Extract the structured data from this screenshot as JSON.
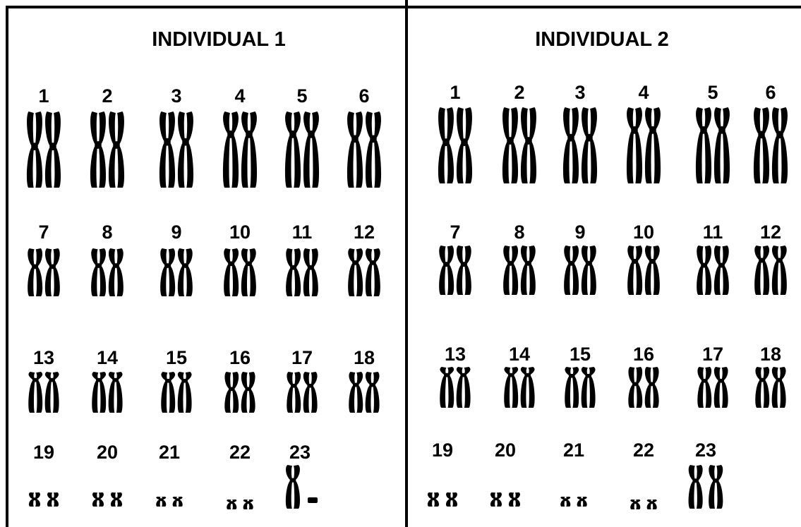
{
  "panels": [
    {
      "title": "INDIVIDUAL 1",
      "pairs": [
        {
          "label": "1",
          "kind": "XX"
        },
        {
          "label": "2",
          "kind": "XX"
        },
        {
          "label": "3",
          "kind": "XX"
        },
        {
          "label": "4",
          "kind": "XX"
        },
        {
          "label": "5",
          "kind": "XX"
        },
        {
          "label": "6",
          "kind": "XX"
        },
        {
          "label": "7",
          "kind": "XX"
        },
        {
          "label": "8",
          "kind": "XX"
        },
        {
          "label": "9",
          "kind": "XX"
        },
        {
          "label": "10",
          "kind": "XX"
        },
        {
          "label": "11",
          "kind": "XX"
        },
        {
          "label": "12",
          "kind": "XX"
        },
        {
          "label": "13",
          "kind": "XX"
        },
        {
          "label": "14",
          "kind": "XX"
        },
        {
          "label": "15",
          "kind": "XX"
        },
        {
          "label": "16",
          "kind": "XX"
        },
        {
          "label": "17",
          "kind": "XX"
        },
        {
          "label": "18",
          "kind": "XX"
        },
        {
          "label": "19",
          "kind": "XX"
        },
        {
          "label": "20",
          "kind": "XX"
        },
        {
          "label": "21",
          "kind": "XX"
        },
        {
          "label": "22",
          "kind": "XX"
        },
        {
          "label": "23",
          "kind": "XY"
        }
      ]
    },
    {
      "title": "INDIVIDUAL 2",
      "pairs": [
        {
          "label": "1",
          "kind": "XX"
        },
        {
          "label": "2",
          "kind": "XX"
        },
        {
          "label": "3",
          "kind": "XX"
        },
        {
          "label": "4",
          "kind": "XX"
        },
        {
          "label": "5",
          "kind": "XX"
        },
        {
          "label": "6",
          "kind": "XX"
        },
        {
          "label": "7",
          "kind": "XX"
        },
        {
          "label": "8",
          "kind": "XX"
        },
        {
          "label": "9",
          "kind": "XX"
        },
        {
          "label": "10",
          "kind": "XX"
        },
        {
          "label": "11",
          "kind": "XX"
        },
        {
          "label": "12",
          "kind": "XX"
        },
        {
          "label": "13",
          "kind": "XX"
        },
        {
          "label": "14",
          "kind": "XX"
        },
        {
          "label": "15",
          "kind": "XX"
        },
        {
          "label": "16",
          "kind": "XX"
        },
        {
          "label": "17",
          "kind": "XX"
        },
        {
          "label": "18",
          "kind": "XX"
        },
        {
          "label": "19",
          "kind": "XX"
        },
        {
          "label": "20",
          "kind": "XX"
        },
        {
          "label": "21",
          "kind": "XX"
        },
        {
          "label": "22",
          "kind": "XX"
        },
        {
          "label": "23",
          "kind": "XX"
        }
      ]
    }
  ],
  "colors": {
    "ink": "#000000",
    "background": "#ffffff"
  }
}
